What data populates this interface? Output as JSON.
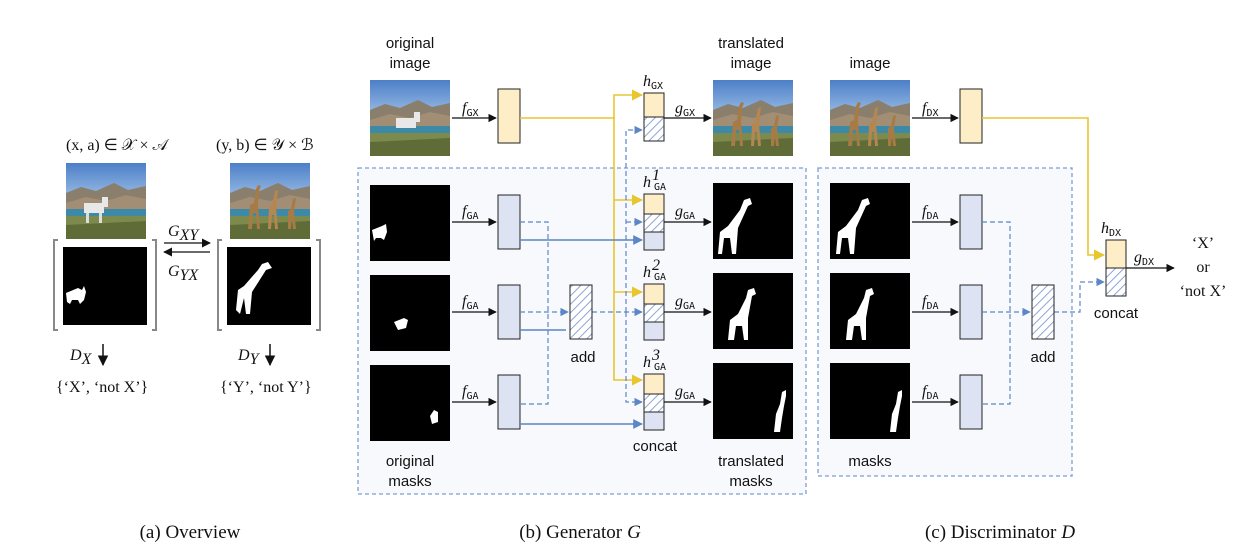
{
  "overview": {
    "x_domain": "(x, a) ∈ 𝒳 × 𝒜",
    "y_domain": "(y, b) ∈ 𝒴 × ℬ",
    "g_xy": "G",
    "g_xy_sub": "XY",
    "g_yx": "G",
    "g_yx_sub": "YX",
    "dx": "D",
    "dx_sub": "X",
    "dy": "D",
    "dy_sub": "Y",
    "dx_out": "{‘X’, ‘not X’}",
    "dy_out": "{‘Y’, ‘not Y’}"
  },
  "generator": {
    "original_image_1": "original",
    "original_image_2": "image",
    "translated_image_1": "translated",
    "translated_image_2": "image",
    "original_masks_1": "original",
    "original_masks_2": "masks",
    "translated_masks_1": "translated",
    "translated_masks_2": "masks",
    "add": "add",
    "concat": "concat",
    "f_gx": "f",
    "f_gx_sub": "GX",
    "g_gx": "g",
    "g_gx_sub": "GX",
    "h_gx": "h",
    "h_gx_sub": "GX",
    "f_ga": "f",
    "f_ga_sub": "GA",
    "g_ga": "g",
    "g_ga_sub": "GA",
    "h_ga": "h",
    "h_ga_sub": "GA",
    "h_sup": [
      "1",
      "2",
      "3"
    ]
  },
  "discriminator": {
    "image": "image",
    "masks": "masks",
    "add": "add",
    "concat": "concat",
    "f_dx": "f",
    "f_dx_sub": "DX",
    "f_da": "f",
    "f_da_sub": "DA",
    "h_dx": "h",
    "h_dx_sub": "DX",
    "g_dx": "g",
    "g_dx_sub": "DX",
    "out_1": "‘X’",
    "out_2": "or",
    "out_3": "‘not X’"
  },
  "captions": {
    "a": "(a) Overview",
    "b": "(b) Generator",
    "b_var": "G",
    "c": "(c) Discriminator",
    "c_var": "D"
  },
  "colors": {
    "feature_yellow": "#fdeec8",
    "feature_blue": "#dde3f3",
    "yellow_line": "#e8c630",
    "blue_line": "#5d86c6",
    "panel_bg": "#f7f9fc",
    "panel_border": "#7b9fd3"
  }
}
